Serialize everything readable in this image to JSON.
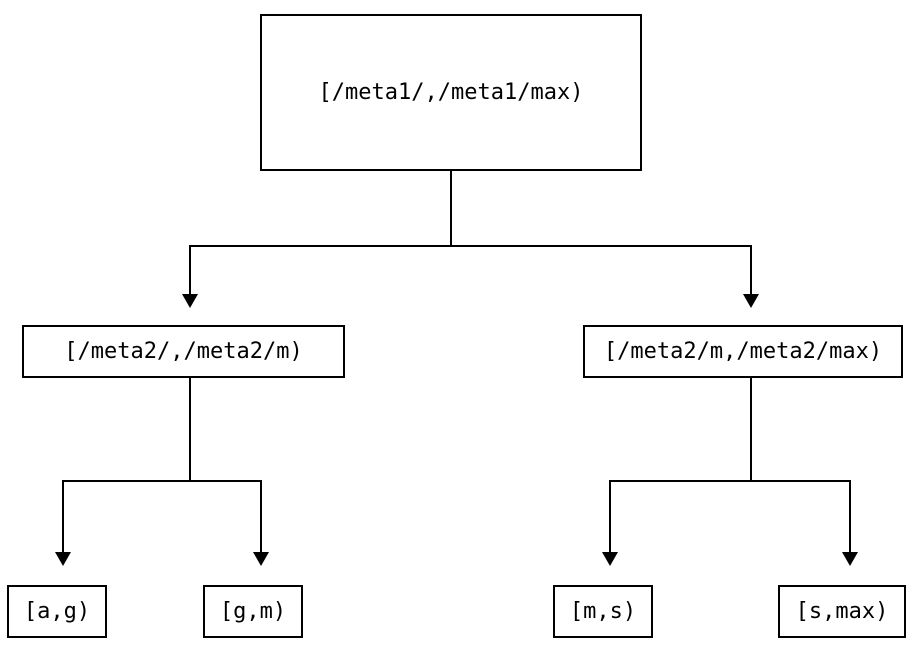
{
  "diagram": {
    "type": "tree",
    "description": "Key-range partition tree",
    "colors": {
      "background": "#ffffff",
      "line": "#000000",
      "text": "#000000"
    },
    "nodes": {
      "root": {
        "label": "[/meta1/,/meta1/max)"
      },
      "left": {
        "label": "[/meta2/,/meta2/m)"
      },
      "right": {
        "label": "[/meta2/m,/meta2/max)"
      },
      "leaf_ag": {
        "label": "[a,g)"
      },
      "leaf_gm": {
        "label": "[g,m)"
      },
      "leaf_ms": {
        "label": "[m,s)"
      },
      "leaf_smax": {
        "label": "[s,max)"
      }
    },
    "edges": [
      {
        "from": "root",
        "to": "left"
      },
      {
        "from": "root",
        "to": "right"
      },
      {
        "from": "left",
        "to": "leaf_ag"
      },
      {
        "from": "left",
        "to": "leaf_gm"
      },
      {
        "from": "right",
        "to": "leaf_ms"
      },
      {
        "from": "right",
        "to": "leaf_smax"
      }
    ]
  }
}
